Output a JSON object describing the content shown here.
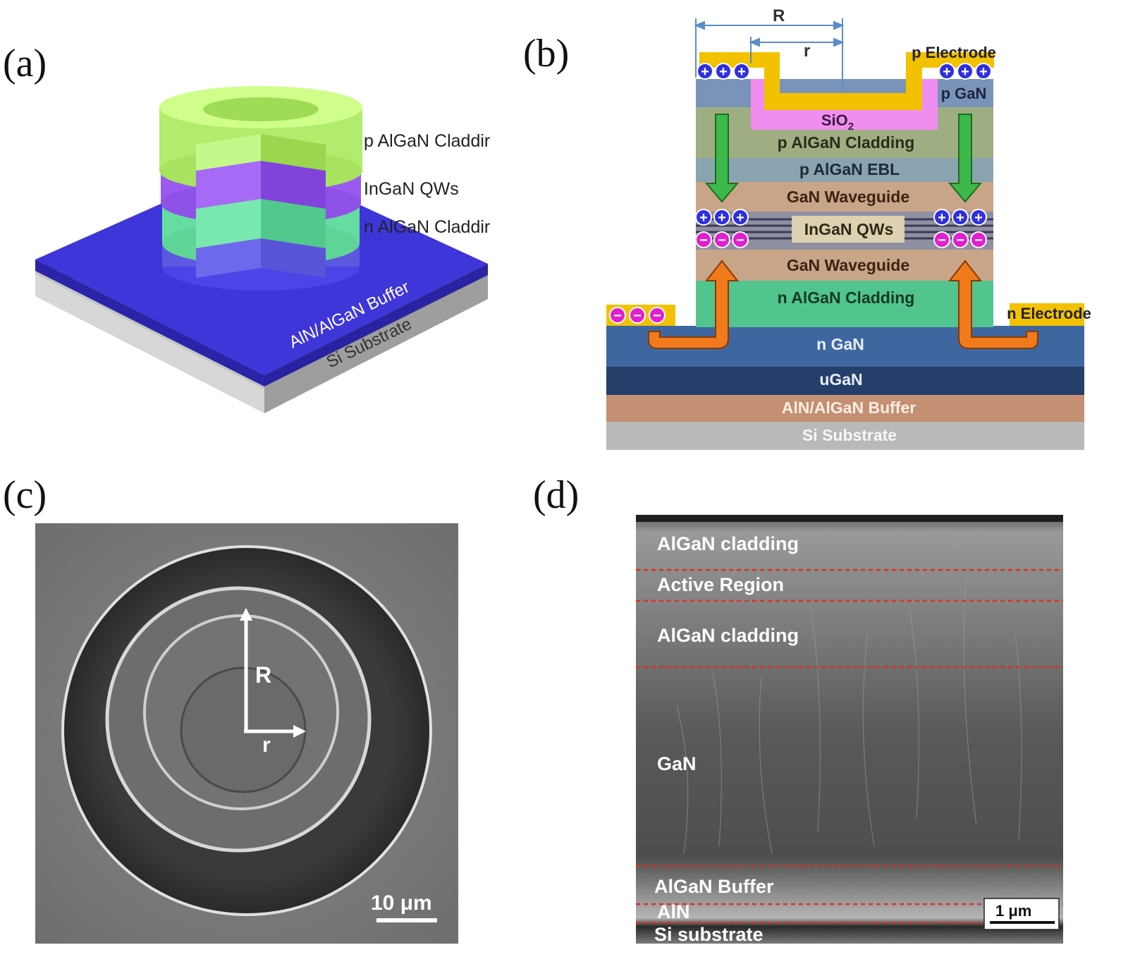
{
  "panel_a": {
    "letter": "(a)",
    "labels": {
      "p_cladding": "p AlGaN Claddir",
      "qws": "InGaN QWs",
      "n_cladding": "n AlGaN Claddir",
      "buffer": "AlN/AlGaN Buffer",
      "substrate": "Si Substrate"
    },
    "colors": {
      "p_cladding": "#b5f06a",
      "qws": "#9b5ff0",
      "n_cladding": "#5fe6a0",
      "buffer": "#3d33d6",
      "substrate": "#c9c9c9"
    }
  },
  "panel_b": {
    "letter": "(b)",
    "dim_R": "R",
    "dim_r": "r",
    "p_electrode": "p Electrode",
    "n_electrode": "n Electrode",
    "plus": "+",
    "minus": "−",
    "sio2_main": "SiO",
    "sio2_sub": "2",
    "layers": {
      "p_gan": "p GaN",
      "p_cladding": "p AlGaN Cladding",
      "ebl": "p AlGaN EBL",
      "waveguide_top": "GaN Waveguide",
      "qws": "InGaN QWs",
      "waveguide_bottom": "GaN Waveguide",
      "n_cladding": "n AlGaN Cladding",
      "n_gan": "n GaN",
      "ugan": "uGaN",
      "buffer": "AlN/AlGaN Buffer",
      "substrate": "Si Substrate"
    },
    "colors": {
      "electrode": "#f2c200",
      "sio2": "#f08ef0",
      "p_gan": "#7a93b8",
      "p_cladding": "#9fae82",
      "ebl": "#8aa3b0",
      "waveguide": "#c9a587",
      "qws": "#dcd1b0",
      "n_cladding": "#52c48d",
      "n_gan": "#3f679f",
      "ugan": "#263f6a",
      "buffer": "#c48f72",
      "substrate": "#b9b9b9",
      "hole": "#2f2fe0",
      "electron": "#e21fd0",
      "down_arrow": "#3db84a",
      "up_arrow": "#f07a1c"
    }
  },
  "panel_c": {
    "letter": "(c)",
    "label_R": "R",
    "label_r": "r",
    "scale_bar": "10 μm"
  },
  "panel_d": {
    "letter": "(d)",
    "layers": {
      "top_cladding": "AlGaN cladding",
      "active": "Active Region",
      "cladding": "AlGaN cladding",
      "gan": "GaN",
      "buffer": "AlGaN Buffer",
      "aln": "AlN",
      "substrate": "Si substrate"
    },
    "scale_bar": "1 μm",
    "boundary_color": "#e03020"
  }
}
